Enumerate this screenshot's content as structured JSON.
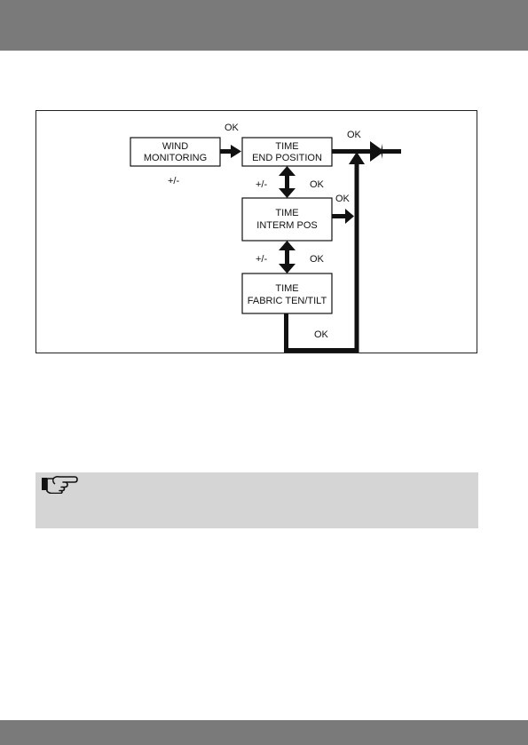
{
  "diagram": {
    "boxes": {
      "wind_monitoring": [
        "WIND",
        "MONITORING"
      ],
      "time_end_position": [
        "TIME",
        "END POSITION"
      ],
      "time_interm_pos": [
        "TIME",
        "INTERM POS"
      ],
      "time_fabric_ten_tilt": [
        "TIME",
        "FABRIC TEN/TILT"
      ]
    },
    "labels": {
      "ok_top": "OK",
      "ok_exit": "OK",
      "plus_minus_wind": "+/-",
      "plus_minus_1": "+/-",
      "ok_1": "OK",
      "ok_interm": "OK",
      "plus_minus_2": "+/-",
      "ok_2": "OK",
      "ok_bottom": "OK"
    }
  },
  "note": {
    "icon": "pointing-hand-icon"
  },
  "colors": {
    "header_bar": "#7a7a7a",
    "note_background": "#d5d5d5"
  }
}
